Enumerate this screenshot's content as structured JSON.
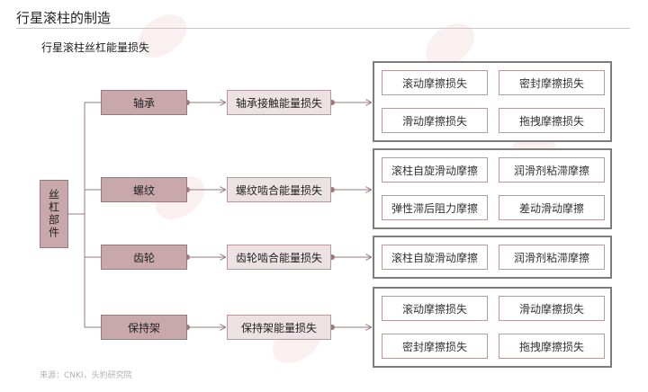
{
  "page": {
    "title": "行星滚柱的制造",
    "subtitle": "行星滚柱丝杠能量损失",
    "source": "来源：CNKI，头豹研究院"
  },
  "colors": {
    "component_fill": "#c9a8ac",
    "loss_fill": "#ede2e3",
    "connector": "#9a7a7e",
    "group_border": "#7d7d7d"
  },
  "tree": {
    "root": "丝杠部件",
    "branches": [
      {
        "component": "轴承",
        "loss": "轴承接触能量损失",
        "items": [
          "滚动摩擦损失",
          "密封摩擦损失",
          "滑动摩擦损失",
          "拖拽摩擦损失"
        ]
      },
      {
        "component": "螺纹",
        "loss": "螺纹啮合能量损失",
        "items": [
          "滚柱自旋滑动摩擦",
          "润滑剂粘滞摩擦",
          "弹性滞后阻力摩擦",
          "差动滑动摩擦"
        ]
      },
      {
        "component": "齿轮",
        "loss": "齿轮啮合能量损失",
        "items": [
          "滚柱自旋滑动摩擦",
          "润滑剂粘滞摩擦"
        ]
      },
      {
        "component": "保持架",
        "loss": "保持架能量损失",
        "items": [
          "滚动摩擦损失",
          "滑动摩擦损失",
          "密封摩擦损失",
          "拖拽摩擦损失"
        ]
      }
    ]
  }
}
